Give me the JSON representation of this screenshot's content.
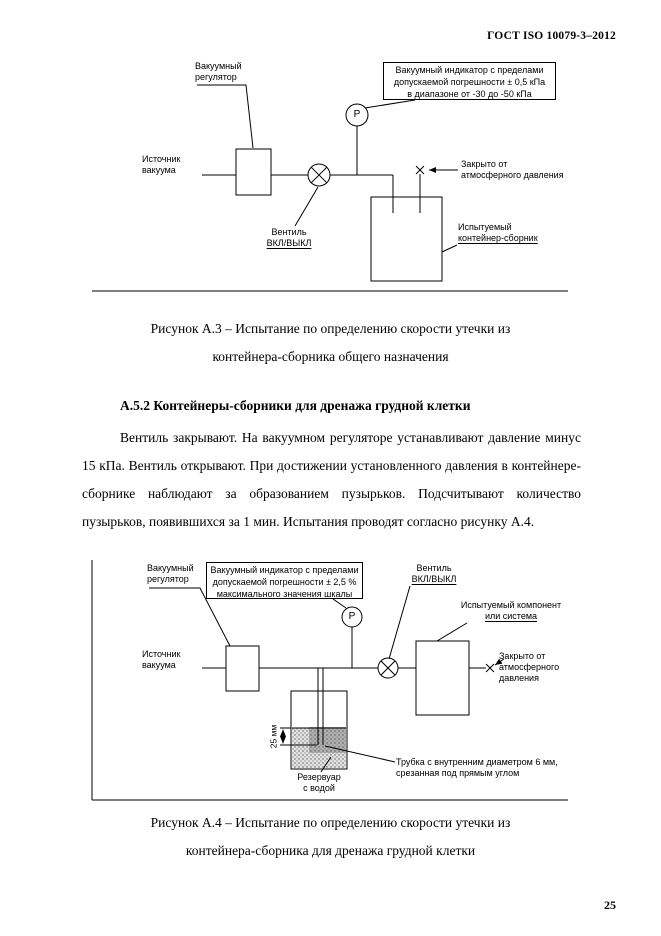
{
  "header": {
    "title": "ГОСТ ISO 10079-3–2012"
  },
  "figure_a3": {
    "labels": {
      "vacuum_regulator": [
        "Вакуумный",
        "регулятор"
      ],
      "indicator": [
        "Вакуумный индикатор с пределами",
        "допускаемой погрешности ± 0,5 кПа",
        "в диапазоне от -30 до -50 кПа"
      ],
      "vacuum_source": [
        "Источник",
        "вакуума"
      ],
      "valve": [
        "Вентиль",
        "ВКЛ/ВЫКЛ"
      ],
      "closed_atm": [
        "Закрыто от",
        "атмосферного давления"
      ],
      "test_container": [
        "Испытуемый",
        "контейнер-сборник"
      ],
      "gauge_letter": "Р"
    },
    "caption": [
      "Рисунок А.3 – Испытание по определению скорости утечки из",
      "контейнера-сборника общего назначения"
    ]
  },
  "section": {
    "heading": "А.5.2 Контейнеры-сборники для дренажа грудной клетки",
    "paragraph": "Вентиль закрывают. На вакуумном регуляторе устанавливают давление минус 15 кПа. Вентиль открывают. При достижении установленного давления в контейнере-сборнике наблюдают за образованием пузырьков. Подсчитывают количество пузырьков, появившихся за 1 мин. Испытания проводят согласно рисунку А.4."
  },
  "figure_a4": {
    "labels": {
      "vacuum_regulator": [
        "Вакуумный",
        "регулятор"
      ],
      "indicator": [
        "Вакуумный индикатор с пределами",
        "допускаемой погрешности ± 2,5 %",
        "максимального значения шкалы"
      ],
      "valve": [
        "Вентиль",
        "ВКЛ/ВЫКЛ"
      ],
      "test_component": [
        "Испытуемый компонент",
        "или система"
      ],
      "vacuum_source": [
        "Источник",
        "вакуума"
      ],
      "closed_atm": [
        "Закрыто от",
        "атмосферного",
        "давления"
      ],
      "dimension": "25 мм",
      "reservoir": [
        "Резервуар",
        "с водой"
      ],
      "tube": [
        "Трубка с внутренним диаметром 6 мм,",
        "срезанная под прямым углом"
      ],
      "gauge_letter": "Р"
    },
    "caption": [
      "Рисунок А.4 – Испытание по определению скорости утечки из",
      "контейнера-сборника для дренажа грудной клетки"
    ]
  },
  "footer": {
    "page_number": "25"
  }
}
